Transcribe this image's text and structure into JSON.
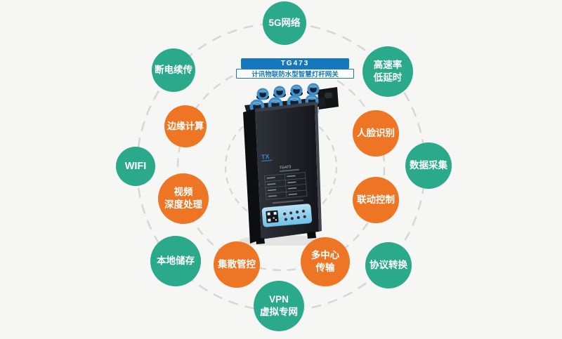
{
  "header": {
    "model_badge": "TG473",
    "name_badge": "计讯物联防水型智慧灯杆网关"
  },
  "device": {
    "logo": "TX",
    "model": "TG473"
  },
  "colors": {
    "green": "#2aaa8b",
    "orange": "#ee7523",
    "badge_blue": "#1578be",
    "ring": "#d6d6d3",
    "background": "#f6f6f4"
  },
  "features": [
    {
      "name": "5g-network",
      "color": "green",
      "lines": [
        "5G网络"
      ]
    },
    {
      "name": "power-failure-resume",
      "color": "green",
      "lines": [
        "断电续传"
      ]
    },
    {
      "name": "high-speed-low-latency",
      "color": "green",
      "lines": [
        "高速率",
        "低延时"
      ]
    },
    {
      "name": "edge-computing",
      "color": "orange",
      "lines": [
        "边缘计算"
      ]
    },
    {
      "name": "face-recognition",
      "color": "orange",
      "lines": [
        "人脸识别"
      ]
    },
    {
      "name": "wifi",
      "color": "green",
      "lines": [
        "WIFI"
      ]
    },
    {
      "name": "data-collection",
      "color": "green",
      "lines": [
        "数据采集"
      ]
    },
    {
      "name": "video-deep-processing",
      "color": "orange",
      "lines": [
        "视频",
        "深度处理"
      ]
    },
    {
      "name": "linkage-control",
      "color": "orange",
      "lines": [
        "联动控制"
      ]
    },
    {
      "name": "local-storage",
      "color": "green",
      "lines": [
        "本地储存"
      ]
    },
    {
      "name": "centralized-management",
      "color": "orange",
      "lines": [
        "集散管控"
      ]
    },
    {
      "name": "multi-center-transmission",
      "color": "orange",
      "lines": [
        "多中心",
        "传输"
      ]
    },
    {
      "name": "protocol-conversion",
      "color": "green",
      "lines": [
        "协议转换"
      ]
    },
    {
      "name": "vpn-private-network",
      "color": "green",
      "lines": [
        "VPN",
        "虚拟专网"
      ]
    }
  ]
}
